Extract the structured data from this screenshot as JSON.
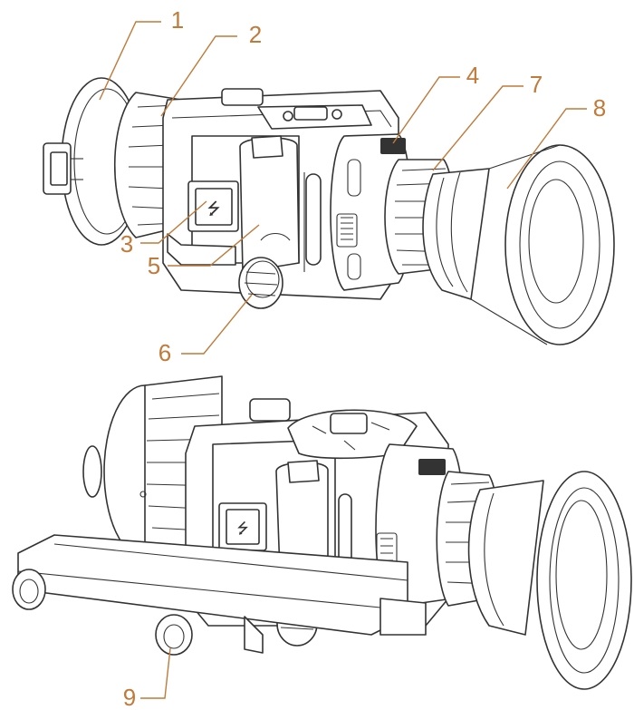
{
  "colors": {
    "callout": "#c07a3a",
    "line": "#333333",
    "background": "#ffffff"
  },
  "icons": {
    "usb": "usb-icon"
  },
  "callouts": [
    "1",
    "2",
    "3",
    "4",
    "5",
    "6",
    "7",
    "8",
    "9"
  ]
}
